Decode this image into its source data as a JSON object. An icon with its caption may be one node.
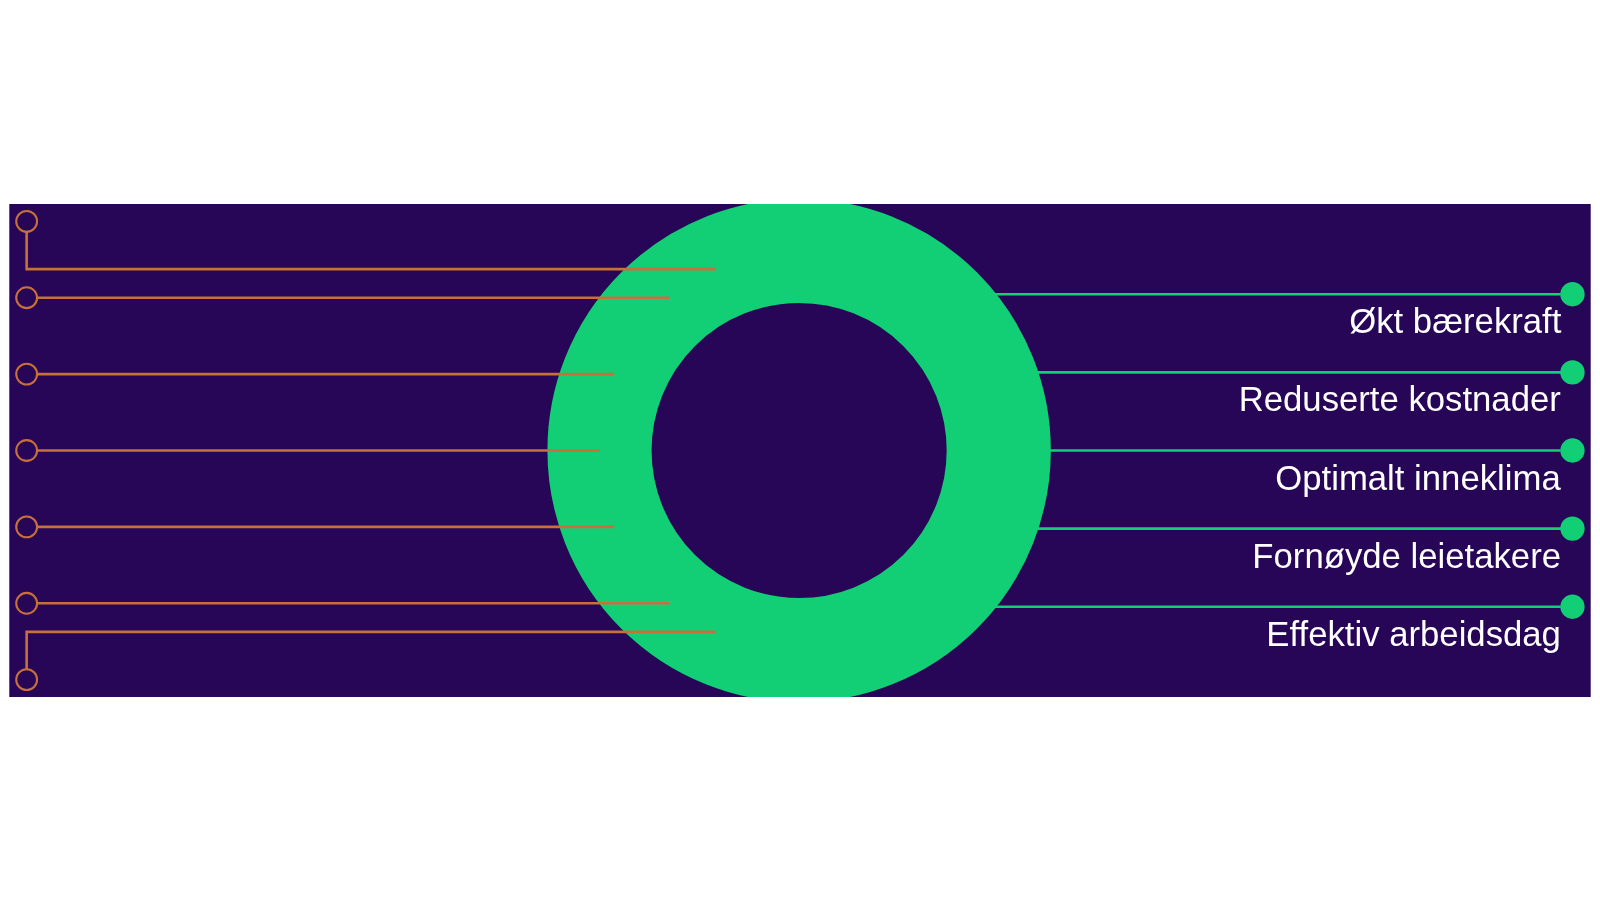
{
  "diagram": {
    "nodes": [
      {
        "text": [],
        "shape": "ring"
      },
      {
        "text": [],
        "shape": "circle"
      },
      {
        "text": [],
        "shape": "circle"
      },
      {
        "text": [],
        "shape": "circle"
      },
      {
        "text": [],
        "shape": "circle"
      },
      {
        "text": [],
        "shape": "circle"
      },
      {
        "text": [],
        "shape": "circle"
      },
      {
        "text": [],
        "shape": "circle"
      },
      {
        "text": [],
        "shape": "circle",
        "beside": [
          "Økt bærekraft"
        ]
      },
      {
        "text": [],
        "shape": "circle",
        "beside": [
          "Reduserte kostnader"
        ]
      },
      {
        "text": [],
        "shape": "circle",
        "beside": [
          "Optimalt inneklima"
        ]
      },
      {
        "text": [],
        "shape": "circle",
        "beside": [
          "Fornøyde leietakere"
        ]
      },
      {
        "text": [],
        "shape": "circle",
        "beside": [
          "Effektiv arbeidsdag"
        ]
      }
    ],
    "edges": [
      {
        "from": 1,
        "to": 0,
        "arrow": "none",
        "color": "#c8703a"
      },
      {
        "from": 2,
        "to": 0,
        "arrow": "none",
        "color": "#c8703a"
      },
      {
        "from": 3,
        "to": 0,
        "arrow": "none",
        "color": "#c8703a"
      },
      {
        "from": 4,
        "to": 0,
        "arrow": "none",
        "color": "#c8703a"
      },
      {
        "from": 5,
        "to": 0,
        "arrow": "none",
        "color": "#c8703a"
      },
      {
        "from": 6,
        "to": 0,
        "arrow": "none",
        "color": "#c8703a"
      },
      {
        "from": 7,
        "to": 0,
        "arrow": "none",
        "color": "#c8703a"
      },
      {
        "from": 0,
        "to": 8,
        "arrow": "none",
        "color": "#12cf76"
      },
      {
        "from": 0,
        "to": 9,
        "arrow": "none",
        "color": "#12cf76"
      },
      {
        "from": 0,
        "to": 10,
        "arrow": "none",
        "color": "#12cf76"
      },
      {
        "from": 0,
        "to": 11,
        "arrow": "none",
        "color": "#12cf76"
      },
      {
        "from": 0,
        "to": 12,
        "arrow": "none",
        "color": "#12cf76"
      }
    ]
  }
}
